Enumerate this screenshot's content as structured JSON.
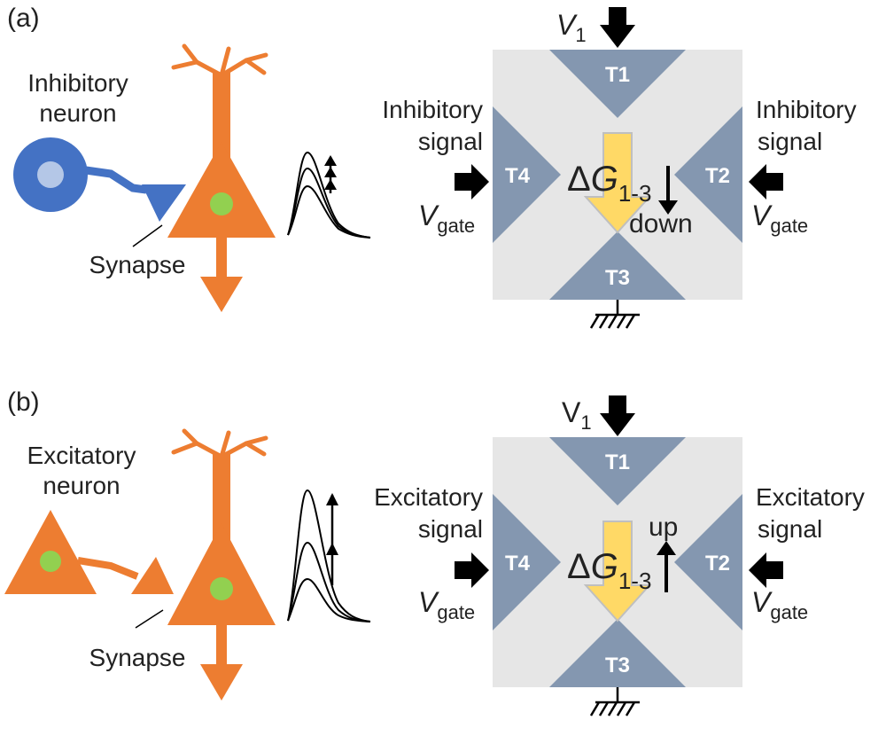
{
  "colors": {
    "inhibitory_blue": "#4472C4",
    "inhibitory_nucleus": "#B4C7E7",
    "neuron_orange": "#ED7D31",
    "nucleus_green": "#92D050",
    "device_bg": "#E6E6E6",
    "terminal": "#8497B0",
    "current_arrow": "#FFD966",
    "text": "#222222"
  },
  "panel_a": {
    "tag": "(a)",
    "presyn_label_1": "Inhibitory",
    "presyn_label_2": "neuron",
    "synapse_label": "Synapse",
    "v1_main": "V",
    "v1_sub": "1",
    "terminals": {
      "t1": "T1",
      "t2": "T2",
      "t3": "T3",
      "t4": "T4"
    },
    "left_signal_1": "Inhibitory",
    "left_signal_2": "signal",
    "right_signal_1": "Inhibitory",
    "right_signal_2": "signal",
    "vgate_main": "V",
    "vgate_sub": "gate",
    "dg_delta": "Δ",
    "dg_main": "G",
    "dg_sub": "1-3",
    "direction_label": "down"
  },
  "panel_b": {
    "tag": "(b)",
    "presyn_label_1": "Excitatory",
    "presyn_label_2": "neuron",
    "synapse_label": "Synapse",
    "v1_main": "V",
    "v1_sub": "1",
    "terminals": {
      "t1": "T1",
      "t2": "T2",
      "t3": "T3",
      "t4": "T4"
    },
    "left_signal_1": "Excitatory",
    "left_signal_2": "signal",
    "right_signal_1": "Excitatory",
    "right_signal_2": "signal",
    "vgate_main": "V",
    "vgate_sub": "gate",
    "dg_delta": "Δ",
    "dg_main": "G",
    "dg_sub": "1-3",
    "direction_label": "up"
  }
}
